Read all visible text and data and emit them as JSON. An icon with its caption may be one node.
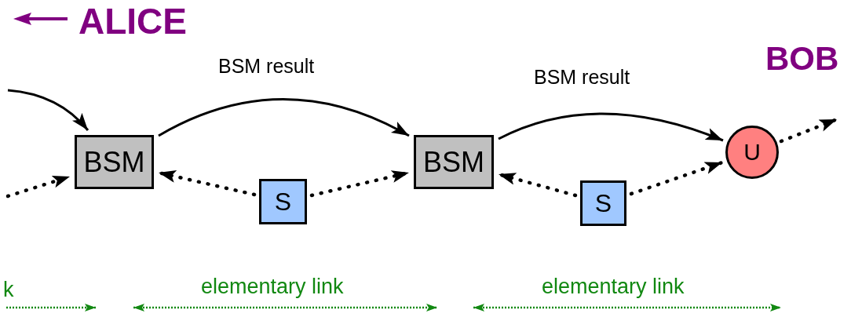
{
  "diagram": {
    "nodes": [
      {
        "text": [
          "BSM"
        ]
      },
      {
        "text": [
          "S"
        ]
      },
      {
        "text": [
          "BSM"
        ]
      },
      {
        "text": [
          "S"
        ]
      },
      {
        "text": [
          "U"
        ]
      }
    ],
    "edges": [
      {
        "from": null,
        "to": 0,
        "arrow": "to"
      },
      {
        "from": null,
        "to": 0,
        "arrow": "to",
        "style": "dashed"
      },
      {
        "from": 1,
        "to": 0,
        "arrow": "to",
        "style": "dashed"
      },
      {
        "from": 0,
        "to": 2,
        "arrow": "to",
        "label": "BSM result"
      },
      {
        "from": 1,
        "to": 2,
        "arrow": "to",
        "style": "dashed"
      },
      {
        "from": 3,
        "to": 2,
        "arrow": "to",
        "style": "dashed"
      },
      {
        "from": 2,
        "to": 4,
        "arrow": "to",
        "label": "BSM result"
      },
      {
        "from": 3,
        "to": 4,
        "arrow": "to",
        "style": "dashed"
      },
      {
        "from": 4,
        "to": null,
        "arrow": "to",
        "style": "dashed"
      }
    ],
    "labels": [
      "ALICE",
      "BOB",
      "k",
      "elementary link",
      "elementary link"
    ]
  }
}
